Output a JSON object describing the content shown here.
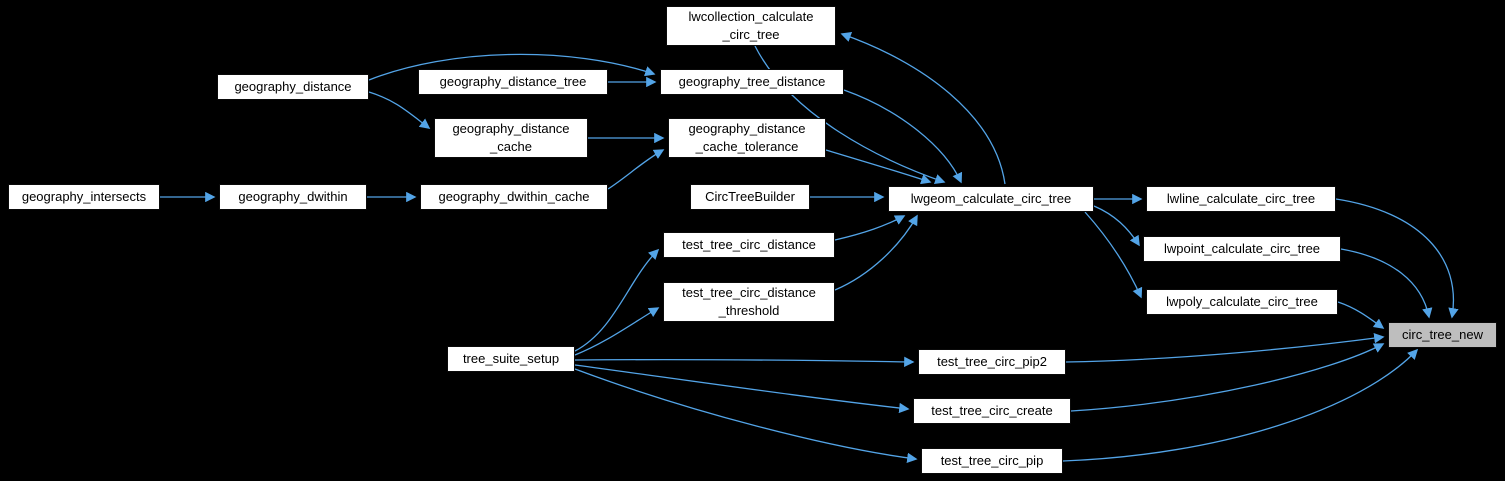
{
  "diagram": {
    "kind": "doxygen-call-graph",
    "background_color": "#000000",
    "edge_color": "#53a4e7",
    "node_fill": "#ffffff",
    "node_border": "#0a0a0a",
    "node_text_color": "#000000",
    "highlight_fill": "#bebebe"
  },
  "nodes": [
    {
      "id": "lwcollection_calculate_circ_tree",
      "label": "lwcollection_calculate\n_circ_tree",
      "highlighted": false
    },
    {
      "id": "geography_distance",
      "label": "geography_distance",
      "highlighted": false
    },
    {
      "id": "geography_distance_tree",
      "label": "geography_distance_tree",
      "highlighted": false
    },
    {
      "id": "geography_tree_distance",
      "label": "geography_tree_distance",
      "highlighted": false
    },
    {
      "id": "geography_distance_cache",
      "label": "geography_distance\n_cache",
      "highlighted": false
    },
    {
      "id": "geography_distance_cache_tolerance",
      "label": "geography_distance\n_cache_tolerance",
      "highlighted": false
    },
    {
      "id": "geography_intersects",
      "label": "geography_intersects",
      "highlighted": false
    },
    {
      "id": "geography_dwithin",
      "label": "geography_dwithin",
      "highlighted": false
    },
    {
      "id": "geography_dwithin_cache",
      "label": "geography_dwithin_cache",
      "highlighted": false
    },
    {
      "id": "CircTreeBuilder",
      "label": "CircTreeBuilder",
      "highlighted": false
    },
    {
      "id": "lwgeom_calculate_circ_tree",
      "label": "lwgeom_calculate_circ_tree",
      "highlighted": false
    },
    {
      "id": "lwline_calculate_circ_tree",
      "label": "lwline_calculate_circ_tree",
      "highlighted": false
    },
    {
      "id": "test_tree_circ_distance",
      "label": "test_tree_circ_distance",
      "highlighted": false
    },
    {
      "id": "lwpoint_calculate_circ_tree",
      "label": "lwpoint_calculate_circ_tree",
      "highlighted": false
    },
    {
      "id": "test_tree_circ_distance_threshold",
      "label": "test_tree_circ_distance\n_threshold",
      "highlighted": false
    },
    {
      "id": "lwpoly_calculate_circ_tree",
      "label": "lwpoly_calculate_circ_tree",
      "highlighted": false
    },
    {
      "id": "tree_suite_setup",
      "label": "tree_suite_setup",
      "highlighted": false
    },
    {
      "id": "test_tree_circ_pip2",
      "label": "test_tree_circ_pip2",
      "highlighted": false
    },
    {
      "id": "test_tree_circ_create",
      "label": "test_tree_circ_create",
      "highlighted": false
    },
    {
      "id": "test_tree_circ_pip",
      "label": "test_tree_circ_pip",
      "highlighted": false
    },
    {
      "id": "circ_tree_new",
      "label": "circ_tree_new",
      "highlighted": true
    }
  ],
  "edges": [
    {
      "from": "geography_distance",
      "to": "geography_tree_distance"
    },
    {
      "from": "geography_distance",
      "to": "geography_distance_cache"
    },
    {
      "from": "geography_distance_tree",
      "to": "geography_tree_distance"
    },
    {
      "from": "geography_distance_cache",
      "to": "geography_distance_cache_tolerance"
    },
    {
      "from": "geography_intersects",
      "to": "geography_dwithin"
    },
    {
      "from": "geography_dwithin",
      "to": "geography_dwithin_cache"
    },
    {
      "from": "geography_dwithin_cache",
      "to": "geography_distance_cache_tolerance"
    },
    {
      "from": "geography_tree_distance",
      "to": "lwgeom_calculate_circ_tree"
    },
    {
      "from": "geography_distance_cache_tolerance",
      "to": "lwgeom_calculate_circ_tree"
    },
    {
      "from": "CircTreeBuilder",
      "to": "lwgeom_calculate_circ_tree"
    },
    {
      "from": "lwcollection_calculate_circ_tree",
      "to": "lwgeom_calculate_circ_tree"
    },
    {
      "from": "lwgeom_calculate_circ_tree",
      "to": "lwcollection_calculate_circ_tree"
    },
    {
      "from": "lwgeom_calculate_circ_tree",
      "to": "lwline_calculate_circ_tree"
    },
    {
      "from": "lwgeom_calculate_circ_tree",
      "to": "lwpoint_calculate_circ_tree"
    },
    {
      "from": "lwgeom_calculate_circ_tree",
      "to": "lwpoly_calculate_circ_tree"
    },
    {
      "from": "test_tree_circ_distance",
      "to": "lwgeom_calculate_circ_tree"
    },
    {
      "from": "test_tree_circ_distance_threshold",
      "to": "lwgeom_calculate_circ_tree"
    },
    {
      "from": "tree_suite_setup",
      "to": "test_tree_circ_distance"
    },
    {
      "from": "tree_suite_setup",
      "to": "test_tree_circ_distance_threshold"
    },
    {
      "from": "tree_suite_setup",
      "to": "test_tree_circ_pip2"
    },
    {
      "from": "tree_suite_setup",
      "to": "test_tree_circ_create"
    },
    {
      "from": "tree_suite_setup",
      "to": "test_tree_circ_pip"
    },
    {
      "from": "lwline_calculate_circ_tree",
      "to": "circ_tree_new"
    },
    {
      "from": "lwpoint_calculate_circ_tree",
      "to": "circ_tree_new"
    },
    {
      "from": "lwpoly_calculate_circ_tree",
      "to": "circ_tree_new"
    },
    {
      "from": "test_tree_circ_pip2",
      "to": "circ_tree_new"
    },
    {
      "from": "test_tree_circ_create",
      "to": "circ_tree_new"
    },
    {
      "from": "test_tree_circ_pip",
      "to": "circ_tree_new"
    }
  ]
}
